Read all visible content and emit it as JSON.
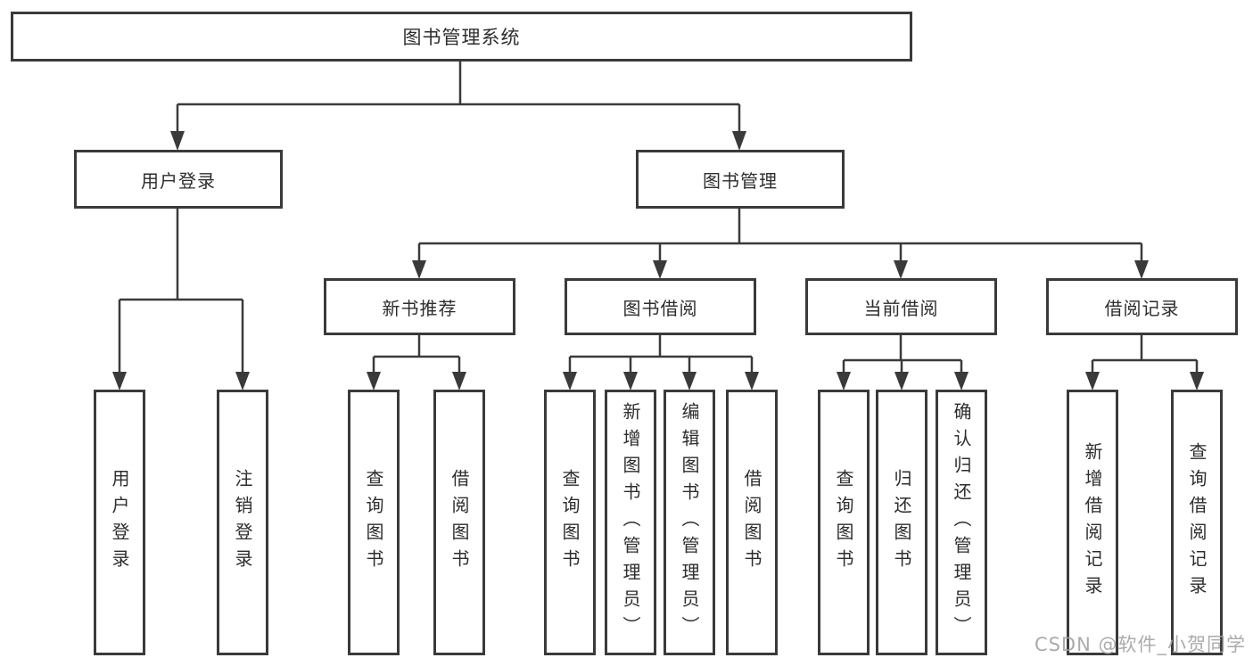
{
  "diagram": {
    "title": "图书管理系统",
    "tree": {
      "label": "图书管理系统",
      "children": [
        {
          "label": "用户登录",
          "children": [
            {
              "label": "用户登录"
            },
            {
              "label": "注销登录"
            }
          ]
        },
        {
          "label": "图书管理",
          "children": [
            {
              "label": "新书推荐",
              "children": [
                {
                  "label": "查询图书"
                },
                {
                  "label": "借阅图书"
                }
              ]
            },
            {
              "label": "图书借阅",
              "children": [
                {
                  "label": "查询图书"
                },
                {
                  "label": "新增图书（管理员）"
                },
                {
                  "label": "编辑图书（管理员）"
                },
                {
                  "label": "借阅图书"
                }
              ]
            },
            {
              "label": "当前借阅",
              "children": [
                {
                  "label": "查询图书"
                },
                {
                  "label": "归还图书"
                },
                {
                  "label": "确认归还（管理员）"
                }
              ]
            },
            {
              "label": "借阅记录",
              "children": [
                {
                  "label": "新增借阅记录"
                },
                {
                  "label": "查询借阅记录"
                }
              ]
            }
          ]
        }
      ]
    },
    "colors": {
      "line": "#3a3a3a",
      "box_border": "#3a3a3a",
      "text": "#2d2d2d",
      "background": "#ffffff",
      "watermark": "#a4a4a4"
    }
  },
  "watermark": "CSDN @软件_小贺同学"
}
